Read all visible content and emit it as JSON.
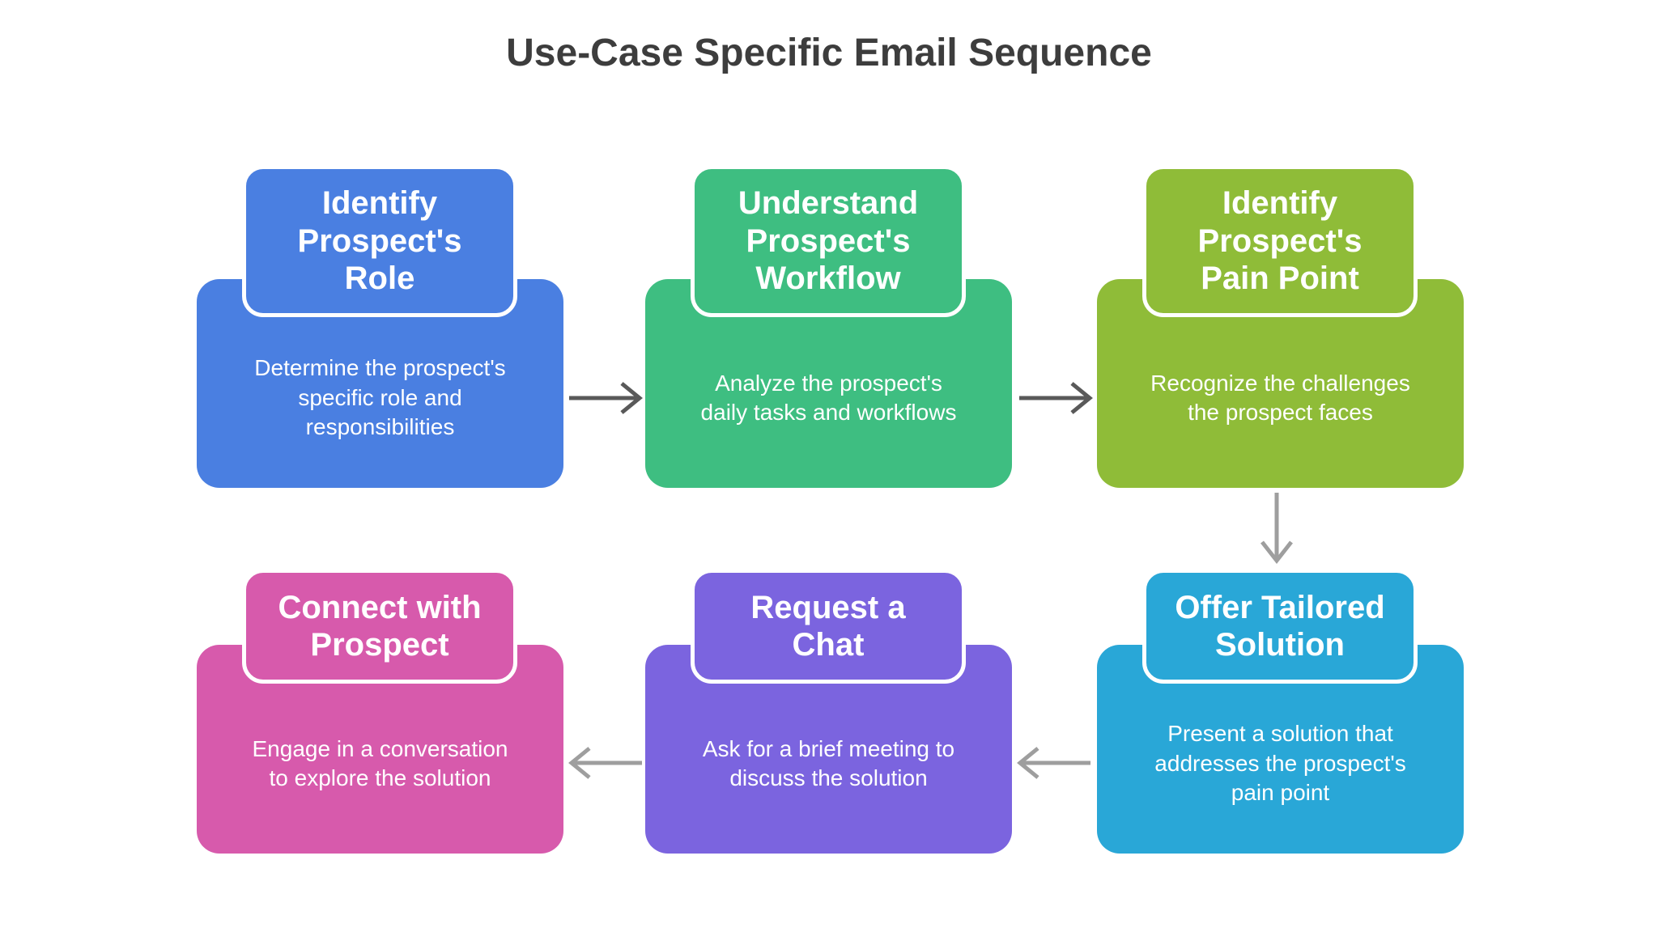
{
  "title": "Use-Case Specific Email Sequence",
  "colors": {
    "background": "#FFFFFF",
    "title_text": "#3D3D3D",
    "node_text": "#FFFFFF",
    "header_outline": "#FFFFFF",
    "arrow_dark": "#595959",
    "arrow_light": "#9E9E9E"
  },
  "nodes": [
    {
      "id": "identify-role",
      "color": "#4A7FE1",
      "title": "Identify\nProspect's\nRole",
      "description": "Determine the prospect's\nspecific role and\nresponsibilities"
    },
    {
      "id": "understand-workflow",
      "color": "#3EBE81",
      "title": "Understand\nProspect's\nWorkflow",
      "description": "Analyze the prospect's\ndaily tasks and workflows"
    },
    {
      "id": "identify-pain-point",
      "color": "#8FBC38",
      "title": "Identify\nProspect's\nPain Point",
      "description": "Recognize the challenges\nthe prospect faces"
    },
    {
      "id": "connect-with-prospect",
      "color": "#D75AAC",
      "title": "Connect with\nProspect",
      "description": "Engage in a conversation\nto explore the solution"
    },
    {
      "id": "request-a-chat",
      "color": "#7B64DF",
      "title": "Request a\nChat",
      "description": "Ask for a brief meeting to\ndiscuss the solution"
    },
    {
      "id": "offer-tailored-solution",
      "color": "#29A7D7",
      "title": "Offer Tailored\nSolution",
      "description": "Present a solution that\naddresses the prospect's\npain point"
    }
  ],
  "connectors": [
    {
      "from": "identify-role",
      "to": "understand-workflow",
      "direction": "right",
      "color": "#595959"
    },
    {
      "from": "understand-workflow",
      "to": "identify-pain-point",
      "direction": "right",
      "color": "#595959"
    },
    {
      "from": "identify-pain-point",
      "to": "offer-tailored-solution",
      "direction": "down",
      "color": "#9E9E9E"
    },
    {
      "from": "offer-tailored-solution",
      "to": "request-a-chat",
      "direction": "left",
      "color": "#9E9E9E"
    },
    {
      "from": "request-a-chat",
      "to": "connect-with-prospect",
      "direction": "left",
      "color": "#9E9E9E"
    }
  ]
}
